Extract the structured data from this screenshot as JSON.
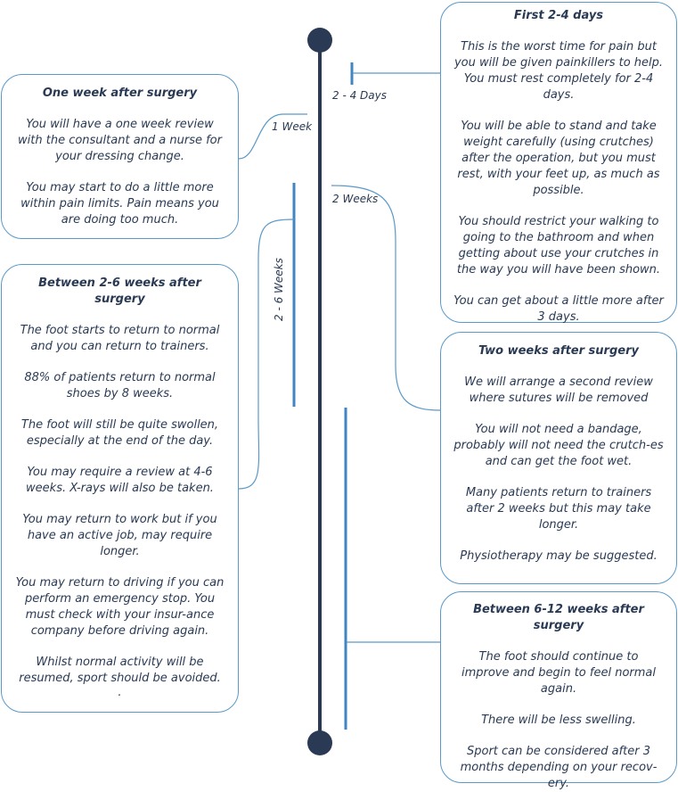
{
  "timeline": {
    "markers": {
      "first_days": "2 - 4 Days",
      "one_week": "1 Week",
      "two_weeks": "2 Weeks",
      "two_six_weeks": "2 - 6 Weeks"
    }
  },
  "cards": {
    "first_days": {
      "title": "First 2-4 days",
      "paragraphs": [
        "This is the worst time for pain but you will be given painkillers to help.  You must rest completely for 2-4 days.",
        "You will be able to stand and take weight carefully (using crutches) after the operation, but you must rest, with your feet up, as much as possible.",
        "You should restrict your walking to going to the bathroom and when getting about use your crutches in the way you will have been shown.",
        "You can get about a little more after 3 days."
      ]
    },
    "one_week": {
      "title": "One week after surgery",
      "paragraphs": [
        "You will have a one week review with the consultant and a nurse for your dressing change.",
        "You may start to do a little more within pain limits. Pain means you are doing too much."
      ]
    },
    "two_six_weeks": {
      "title": "Between 2-6 weeks after surgery",
      "paragraphs": [
        "The foot starts to return to normal and you can return to trainers.",
        "88% of patients return to normal shoes by 8 weeks.",
        "The foot will still be quite swollen, especially at the end of the day.",
        "You may require a review at 4-6 weeks. X-rays will also be taken.",
        "You may return to work but if you have an active job, may require longer.",
        "You may return to driving if you can perform an emergency stop. You must check with your insur-ance company before driving again.",
        "Whilst normal activity will be resumed, sport should be avoided."
      ],
      "trailing": "."
    },
    "two_weeks": {
      "title": "Two weeks after surgery",
      "paragraphs": [
        "We will arrange a second review where sutures will be removed",
        "You will not need a bandage, probably will not need the crutch-es and can get the foot wet.",
        "Many patients return to trainers after 2 weeks but this may take longer.",
        "Physiotherapy may be suggested."
      ]
    },
    "six_twelve_weeks": {
      "title": "Between 6-12 weeks after surgery",
      "paragraphs": [
        "The foot should continue to improve and begin to feel normal again.",
        "There will be less swelling.",
        "Sport can be considered after 3 months depending on your recov-ery."
      ]
    }
  },
  "colors": {
    "axis": "#2a3a54",
    "accent": "#3f86c2",
    "card_border": "#5a99c8"
  }
}
